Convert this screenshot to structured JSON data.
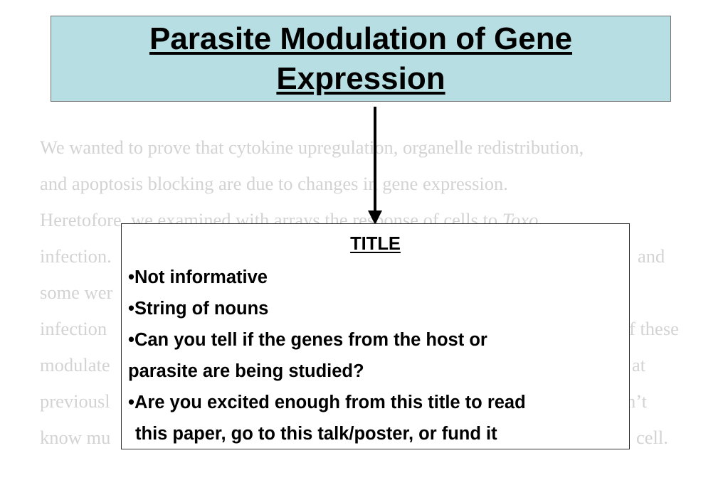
{
  "slide": {
    "title": "Parasite Modulation of Gene Expression"
  },
  "background_text": {
    "lines": [
      "We wanted to prove that cytokine upregulation, organelle redistribution,",
      "and apoptosis blocking are due to changes in gene expression.",
      "Heretofore, we examined with arrays the response of cells to",
      "infection.",
      "some wer",
      "infection",
      "modulate",
      "previousl",
      "know mu"
    ],
    "italic_word": "Toxo",
    "right_fragments": [
      "and",
      "f these",
      "at",
      "n’t",
      "cell."
    ]
  },
  "callout": {
    "heading": "TITLE",
    "bullet": "•",
    "items": [
      "Not informative",
      "String of nouns",
      "Can you tell if the genes from the host or",
      "parasite are being studied?",
      "Are you excited enough from this title to read",
      "this paper, go to this talk/poster, or fund it"
    ]
  }
}
